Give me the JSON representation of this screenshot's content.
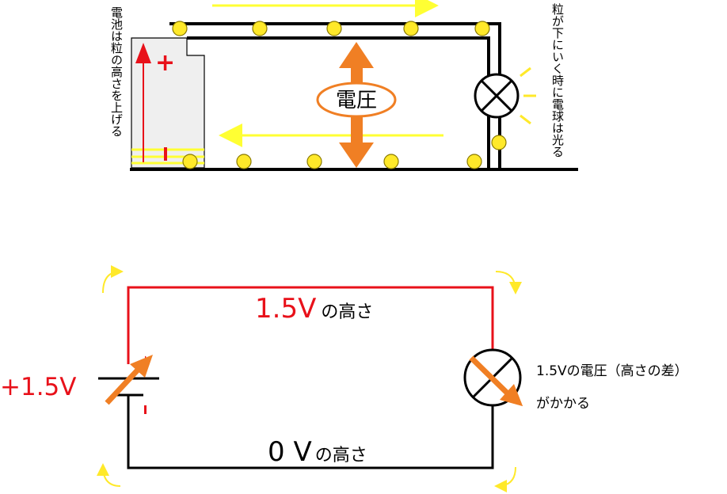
{
  "top_diagram": {
    "battery_caption": "電池は粒の高さを上げる",
    "bulb_caption": "粒が下にいく時に電球は光る",
    "voltage_label": "電圧",
    "battery_plus": "+",
    "battery_minus": "-",
    "particles_top_count": 5,
    "particles_bottom_count": 5
  },
  "bottom_diagram": {
    "top_wire_value": "1.5V",
    "top_wire_suffix": "の高さ",
    "bottom_wire_value": "0 V",
    "bottom_wire_suffix": "の高さ",
    "battery_voltage": "+1.5V",
    "battery_plus": "+",
    "battery_minus": "-",
    "bulb_note_line1": "1.5Vの電圧（高さの差）",
    "bulb_note_line2": "がかかる"
  },
  "colors": {
    "wire_black": "#000000",
    "wire_red": "#e8111a",
    "particle_yellow": "#ffe92a",
    "particle_stroke": "#8a7a00",
    "flow_arrow_yellow": "#ffff33",
    "voltage_orange": "#f07f24",
    "battery_fill": "#efefef"
  }
}
